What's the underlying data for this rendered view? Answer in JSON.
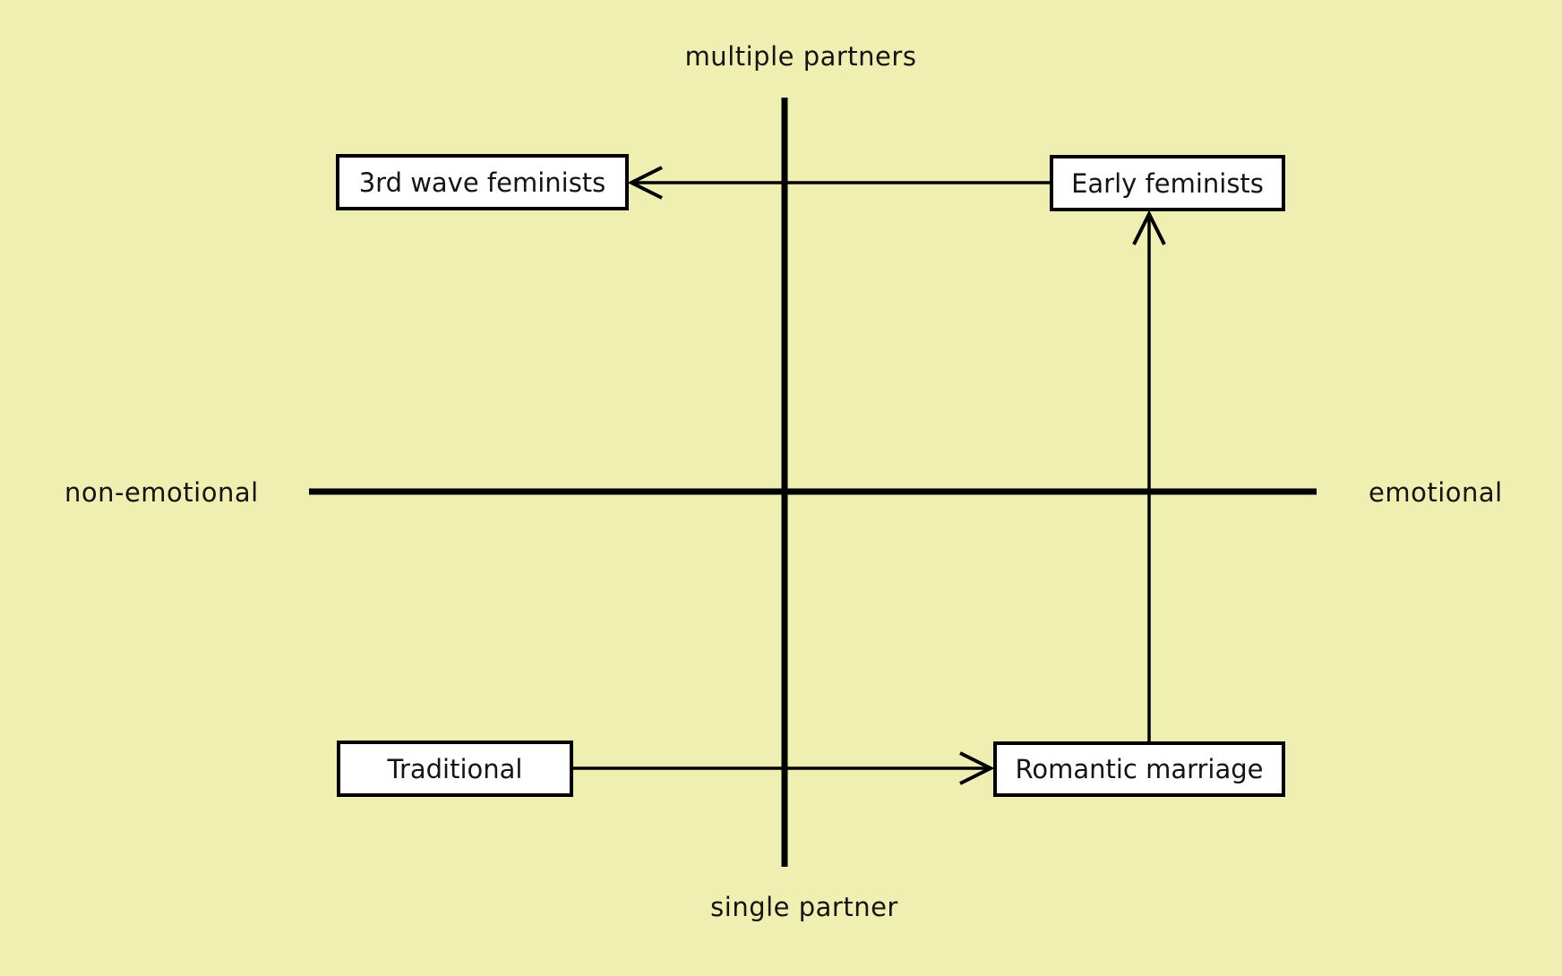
{
  "diagram": {
    "background_color": "#f0efb2",
    "box_fill_color": "#ffffff",
    "line_color": "#000000",
    "axes": {
      "vertical": {
        "top_label": "multiple partners",
        "bottom_label": "single partner"
      },
      "horizontal": {
        "left_label": "non-emotional",
        "right_label": "emotional"
      }
    },
    "nodes": [
      {
        "id": "third-wave-feminists",
        "label": "3rd wave feminists",
        "quadrant": "top-left"
      },
      {
        "id": "early-feminists",
        "label": "Early feminists",
        "quadrant": "top-right"
      },
      {
        "id": "traditional",
        "label": "Traditional",
        "quadrant": "bottom-left"
      },
      {
        "id": "romantic-marriage",
        "label": "Romantic marriage",
        "quadrant": "bottom-right"
      }
    ],
    "arrows": [
      {
        "from": "Traditional",
        "to": "Romantic marriage",
        "direction": "right"
      },
      {
        "from": "Romantic marriage",
        "to": "Early feminists",
        "direction": "up"
      },
      {
        "from": "Early feminists",
        "to": "3rd wave feminists",
        "direction": "left"
      }
    ]
  }
}
